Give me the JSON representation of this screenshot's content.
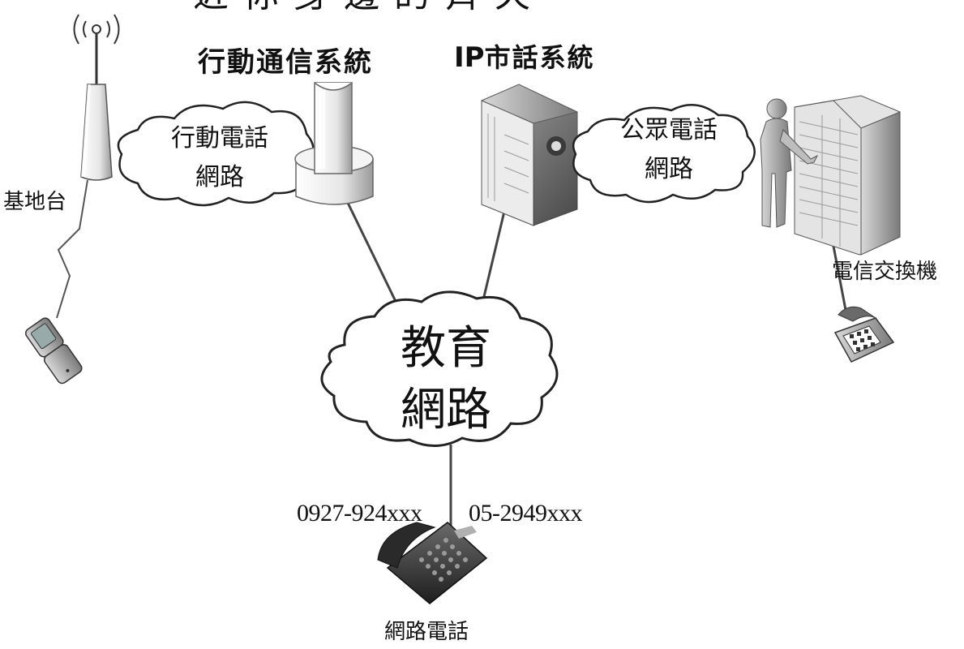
{
  "diagram": {
    "top_title_fragment": "近你身邊的齊天",
    "base_station_label": "基地台",
    "mobile_system_title": "行動通信系統",
    "ip_system_title_ip": "IP",
    "ip_system_title_rest": "市話系統",
    "mobile_cloud_line1": "行動電話",
    "mobile_cloud_line2": "網路",
    "pstn_cloud_line1": "公眾電話",
    "pstn_cloud_line2": "網路",
    "exchange_label": "電信交換機",
    "edu_cloud_line1": "教育",
    "edu_cloud_line2": "網路",
    "mobile_number": "0927-924xxx",
    "landline_number": "05-2949xxx",
    "voip_phone_label": "網路電話"
  },
  "icons": [
    "antenna-tower-icon",
    "mobile-switch-icon",
    "server-rack-icon",
    "operator-person-icon",
    "exchange-cabinet-icon",
    "flip-phone-icon",
    "desk-phone-icon",
    "ip-phone-icon"
  ]
}
